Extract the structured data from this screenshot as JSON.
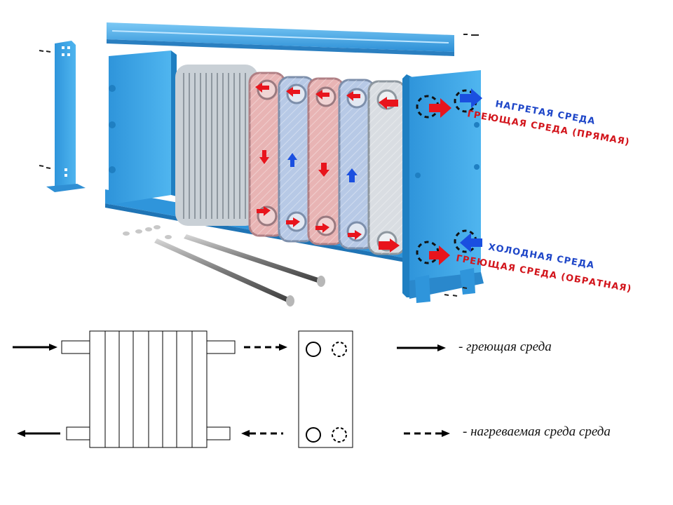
{
  "colors": {
    "frame_blue": "#39a6e6",
    "frame_blue_dark": "#1f7fc2",
    "plate_gray": "#cfd6dc",
    "plate_pink": "#e8b4b4",
    "plate_blue": "#b7c9e6",
    "arrow_red": "#e8141c",
    "arrow_blue": "#1a4fe0",
    "label_red": "#d2141b",
    "label_blue": "#1e46c8"
  },
  "labels": {
    "heated_medium": "НАГРЕТАЯ СРЕДА",
    "heating_medium_direct": "ГРЕЮЩАЯ СРЕДА (ПРЯМАЯ)",
    "cold_medium": "ХОЛОДНАЯ СРЕДА",
    "heating_medium_return": "ГРЕЮЩАЯ СРЕДА (ОБРАТНАЯ)"
  },
  "legend": {
    "solid_line": "- греющая среда",
    "dashed_line": "- нагреваемая среда среда"
  }
}
